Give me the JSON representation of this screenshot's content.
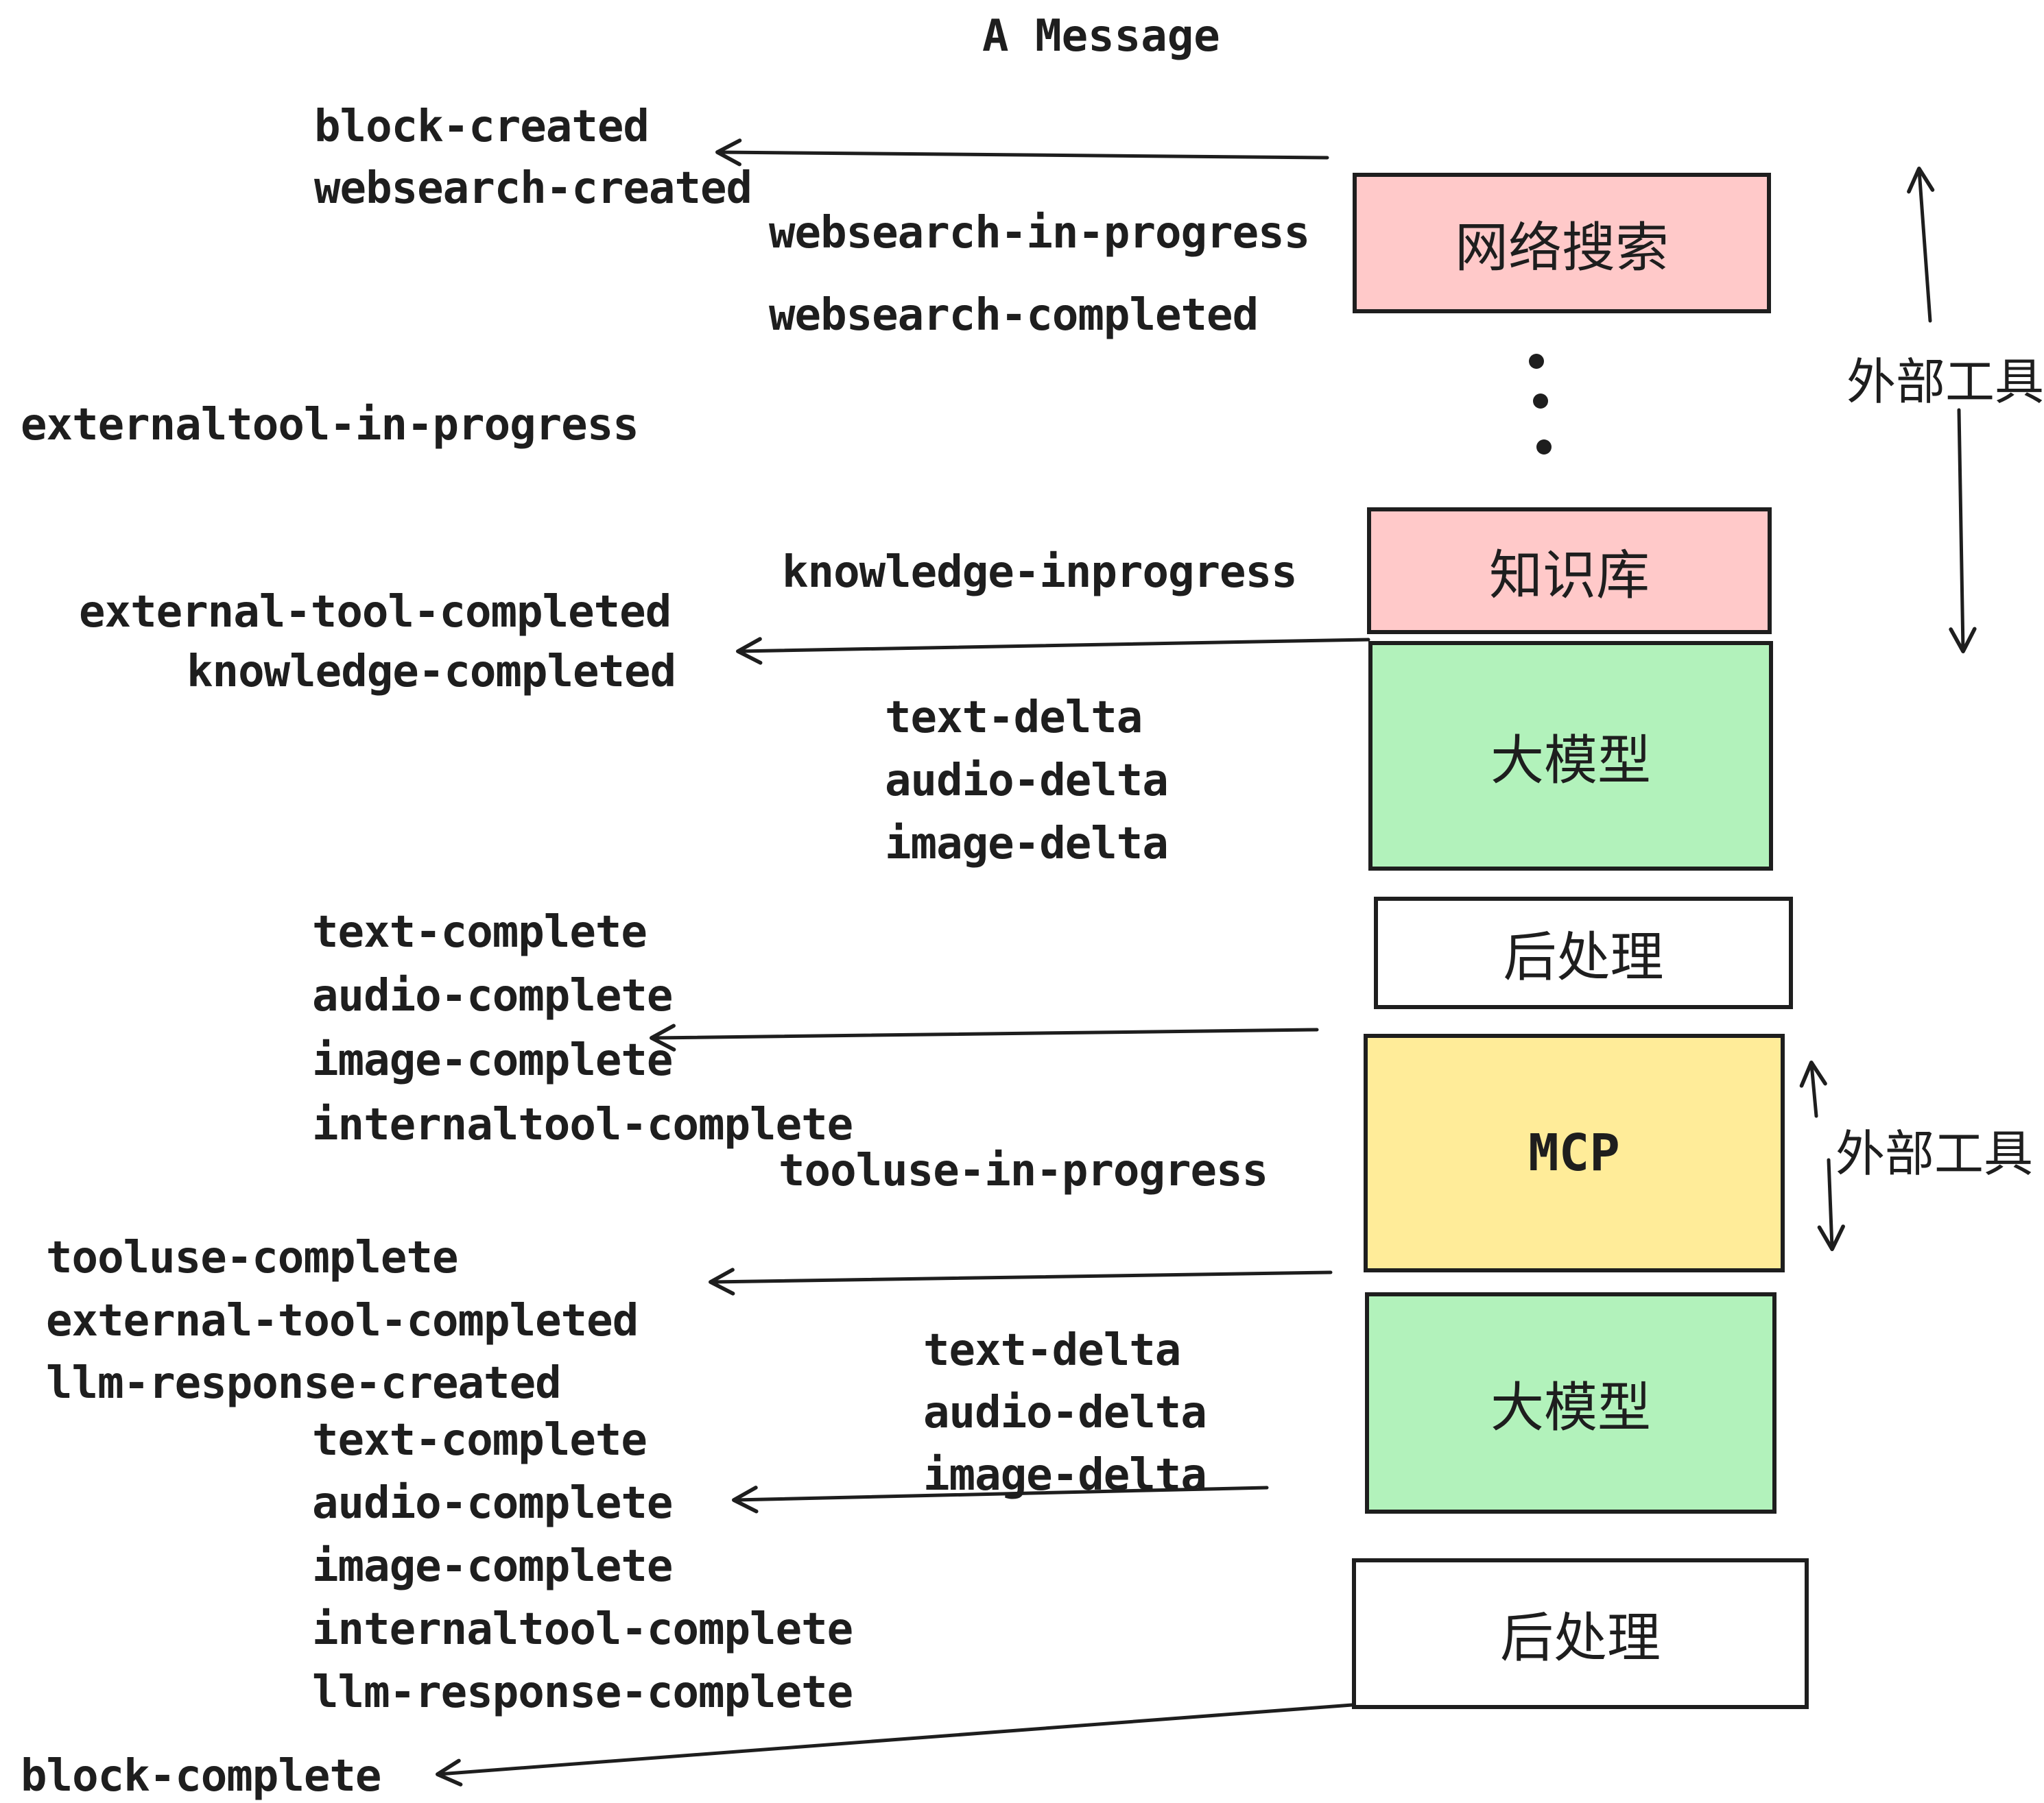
{
  "title": "A Message",
  "boxes": {
    "websearch": {
      "label": "网络搜索",
      "fill": "#ffc9c9"
    },
    "knowledge": {
      "label": "知识库",
      "fill": "#ffc9c9"
    },
    "llm1": {
      "label": "大模型",
      "fill": "#b2f2bb"
    },
    "post1": {
      "label": "后处理",
      "fill": "#ffffff"
    },
    "mcp": {
      "label": "MCP",
      "fill": "#ffec99"
    },
    "llm2": {
      "label": "大模型",
      "fill": "#b2f2bb"
    },
    "post2": {
      "label": "后处理",
      "fill": "#ffffff"
    }
  },
  "annotations": {
    "external_tools_top": "外部工具",
    "external_tools_mid": "外部工具"
  },
  "events": {
    "block_created": "block-created",
    "websearch_created": "websearch-created",
    "websearch_in_progress": "websearch-in-progress",
    "websearch_completed": "websearch-completed",
    "externaltool_in_progress": "externaltool-in-progress",
    "knowledge_inprogress": "knowledge-inprogress",
    "external_tool_completed_1": "external-tool-completed",
    "knowledge_completed": "knowledge-completed",
    "text_delta_1": "text-delta",
    "audio_delta_1": "audio-delta",
    "image_delta_1": "image-delta",
    "text_complete_1": "text-complete",
    "audio_complete_1": "audio-complete",
    "image_complete_1": "image-complete",
    "internaltool_complete_1": "internaltool-complete",
    "tooluse_in_progress": "tooluse-in-progress",
    "tooluse_complete": "tooluse-complete",
    "external_tool_completed_2": "external-tool-completed",
    "llm_response_created": "llm-response-created",
    "text_complete_2": "text-complete",
    "audio_complete_2": "audio-complete",
    "image_complete_2": "image-complete",
    "internaltool_complete_2": "internaltool-complete",
    "llm_response_complete": "llm-response-complete",
    "text_delta_2": "text-delta",
    "audio_delta_2": "audio-delta",
    "image_delta_2": "image-delta",
    "block_complete": "block-complete"
  },
  "colors": {
    "ink": "#1e1e1e",
    "pink": "#ffc9c9",
    "green": "#b2f2bb",
    "yellow": "#ffec99",
    "white": "#ffffff"
  }
}
